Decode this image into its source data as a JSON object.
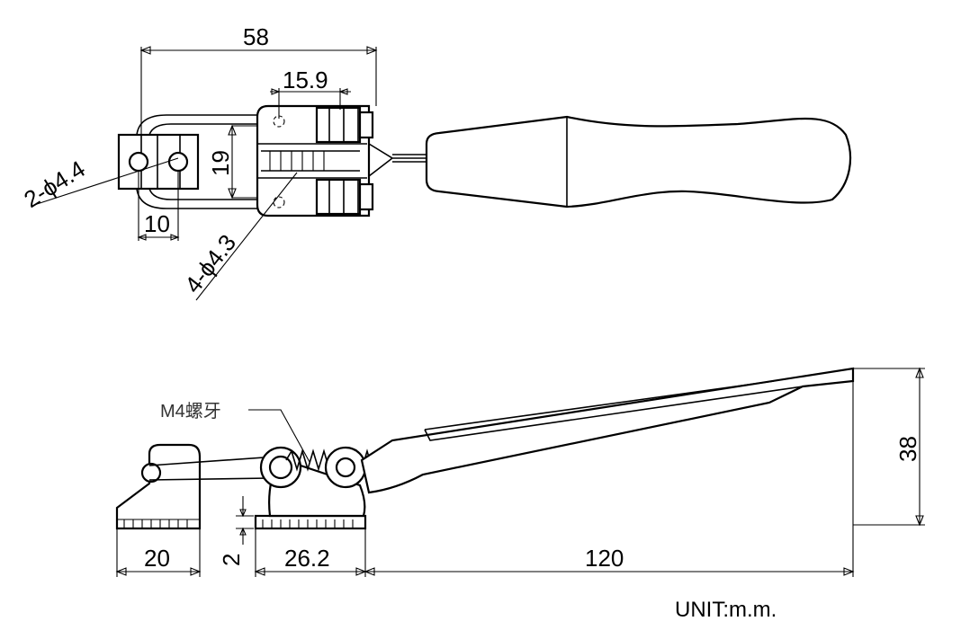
{
  "dimensions": {
    "overall_width": "58",
    "pivot_spacing": "15.9",
    "slot_width": "19",
    "latch_hole_offset": "10",
    "latch_holes": "2-ϕ4.4",
    "base_holes": "4-ϕ4.3",
    "latch_base_length": "20",
    "base_thickness": "2",
    "base_length": "26.2",
    "handle_length": "120",
    "height": "38"
  },
  "annotations": {
    "thread_note": "M4螺牙",
    "unit": "UNIT:m.m."
  }
}
